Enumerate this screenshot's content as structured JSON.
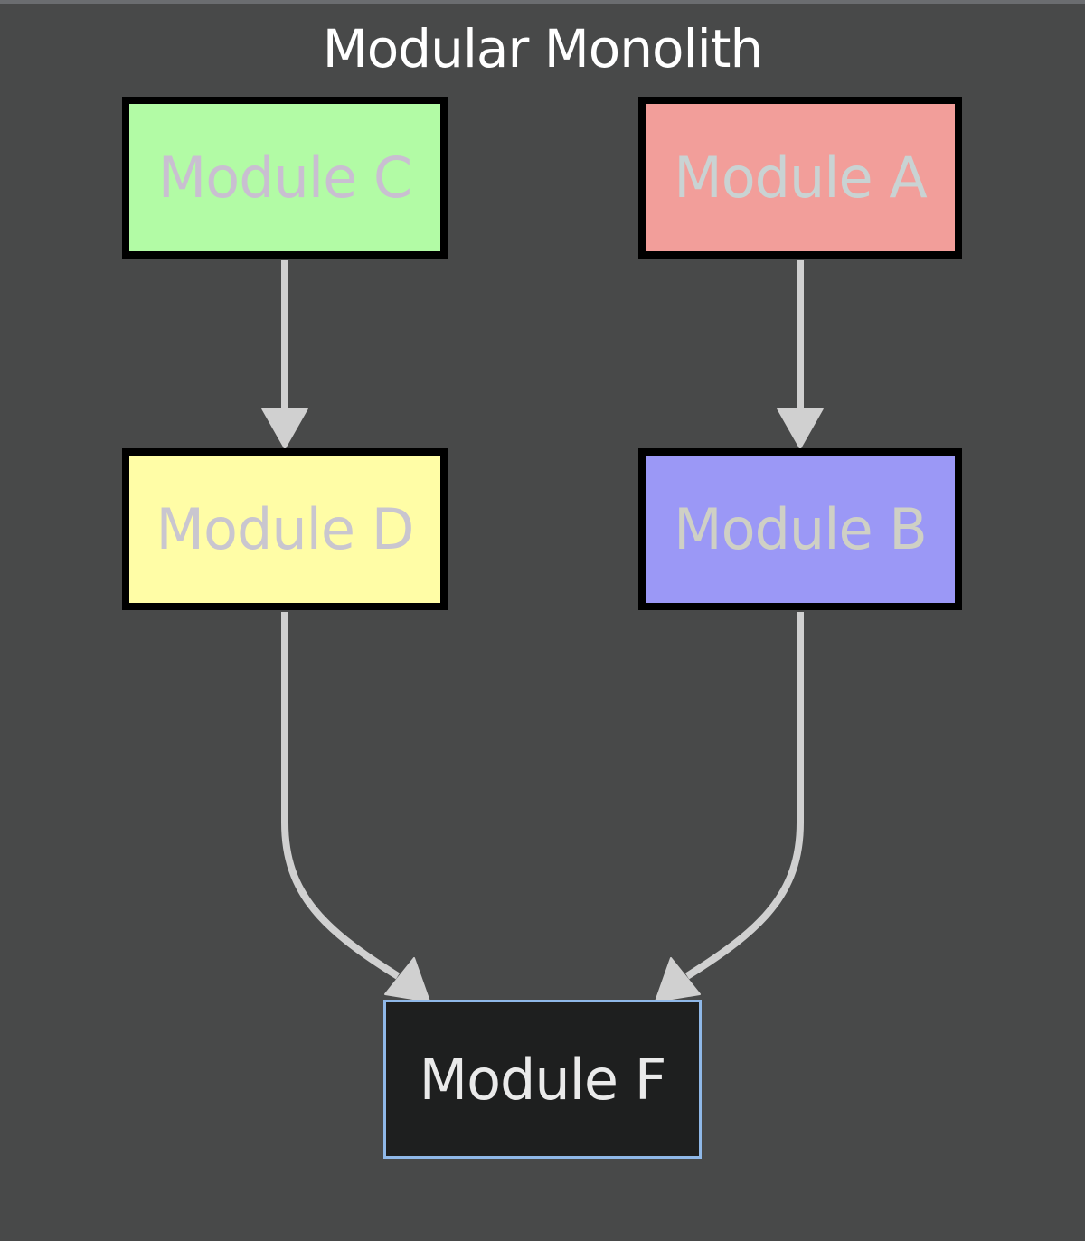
{
  "diagram": {
    "title": "Modular Monolith",
    "background": "#484949",
    "edge_color": "#d0d0d0",
    "nodes": [
      {
        "id": "C",
        "label": "Module C",
        "fill": "#b2fba5",
        "text_color": "#c9bfd1",
        "border": "#000000"
      },
      {
        "id": "A",
        "label": "Module A",
        "fill": "#f29e9a",
        "text_color": "#c9d3d3",
        "border": "#000000"
      },
      {
        "id": "D",
        "label": "Module D",
        "fill": "#fffda6",
        "text_color": "#c9c6cf",
        "border": "#000000"
      },
      {
        "id": "B",
        "label": "Module B",
        "fill": "#9b98f6",
        "text_color": "#cfd0c5",
        "border": "#000000"
      },
      {
        "id": "F",
        "label": "Module F",
        "fill": "#1e1f1f",
        "text_color": "#eaeaea",
        "border": "#8fb8e8"
      }
    ],
    "edges": [
      {
        "from": "C",
        "to": "D"
      },
      {
        "from": "A",
        "to": "B"
      },
      {
        "from": "D",
        "to": "F"
      },
      {
        "from": "B",
        "to": "F"
      }
    ]
  }
}
